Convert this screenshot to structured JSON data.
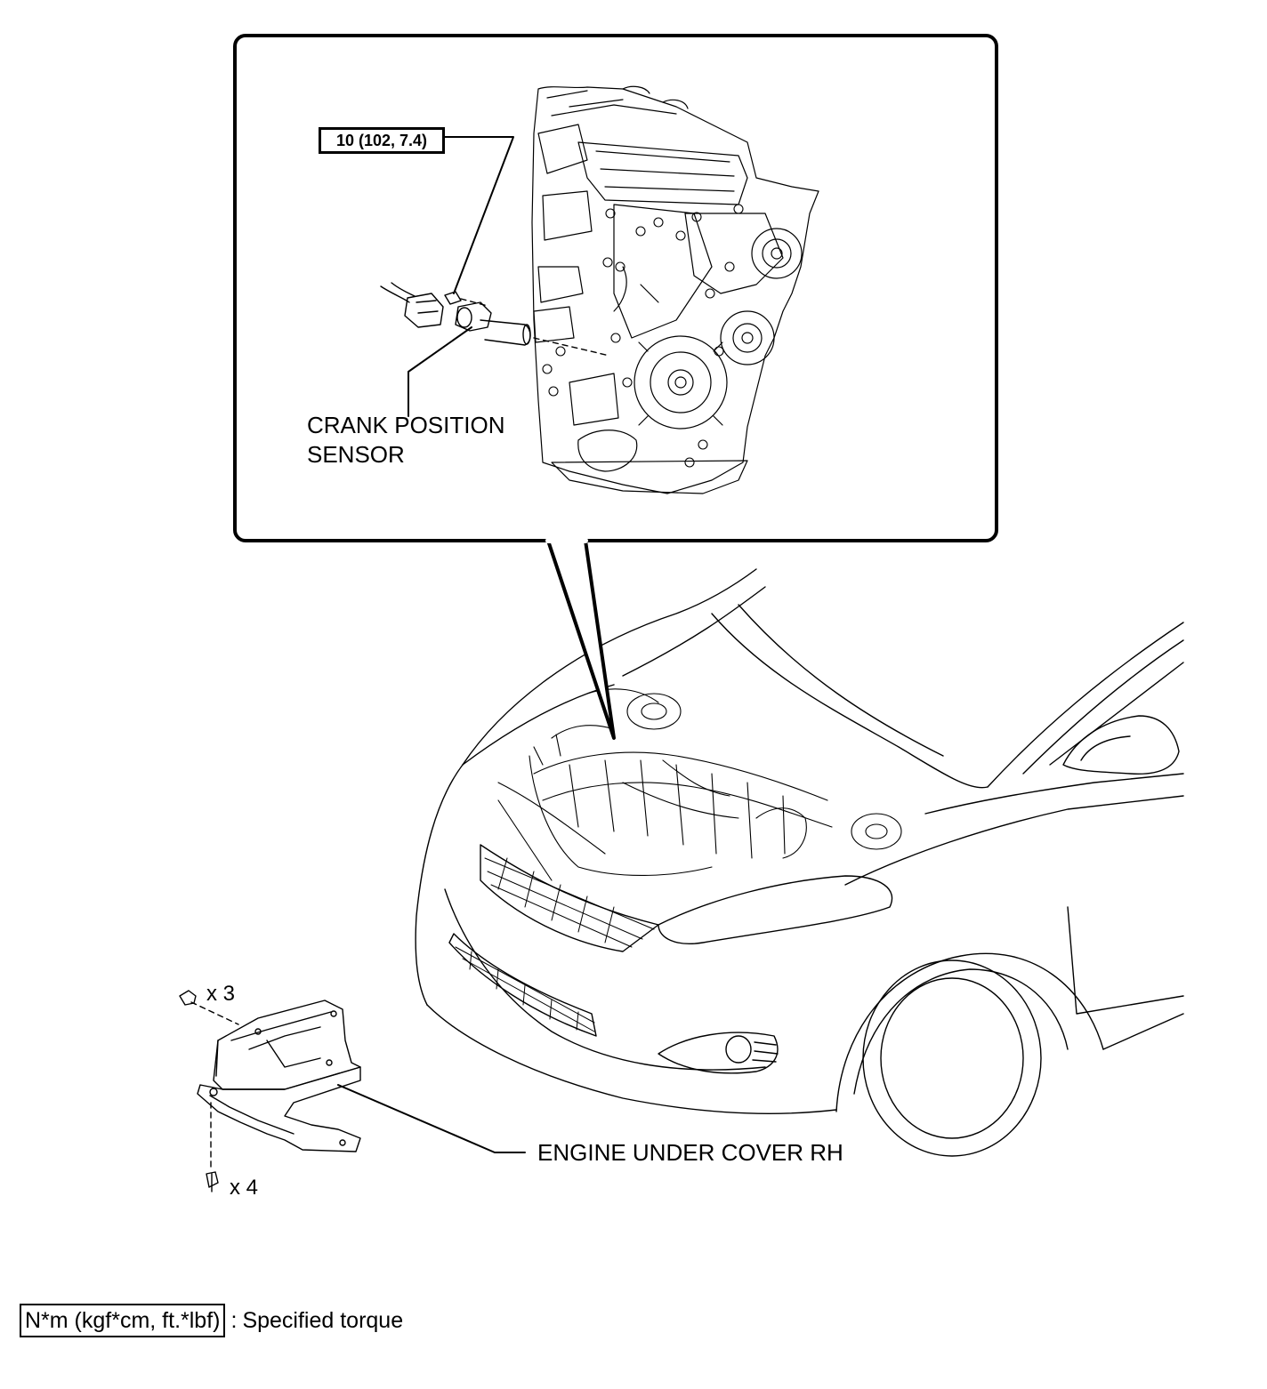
{
  "callouts": {
    "torque_value": "10 (102, 7.4)",
    "crank_line1": "CRANK POSITION",
    "crank_line2": "SENSOR",
    "under_cover": "ENGINE UNDER COVER RH",
    "qty_clips": "x 3",
    "qty_bolts": "x 4"
  },
  "legend": {
    "unit_box": "N*m (kgf*cm, ft.*lbf)",
    "separator": ":",
    "meaning": "Specified torque"
  }
}
